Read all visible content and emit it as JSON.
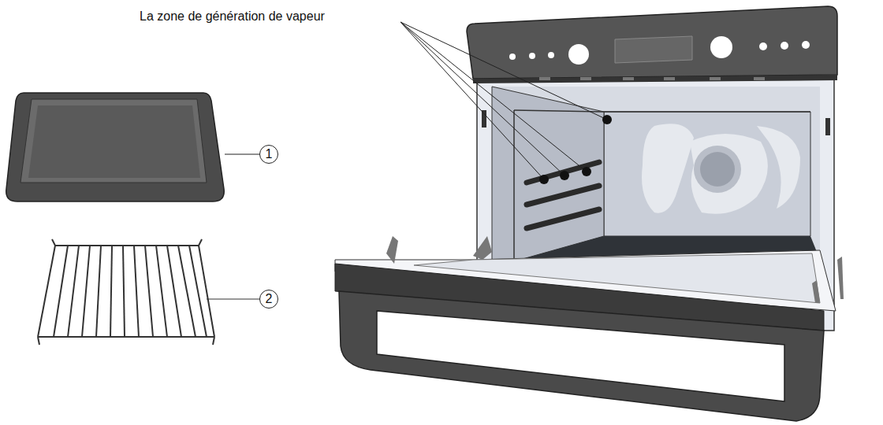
{
  "diagram": {
    "labels": [
      "La zone de génération de vapeur",
      "1",
      "2"
    ]
  }
}
